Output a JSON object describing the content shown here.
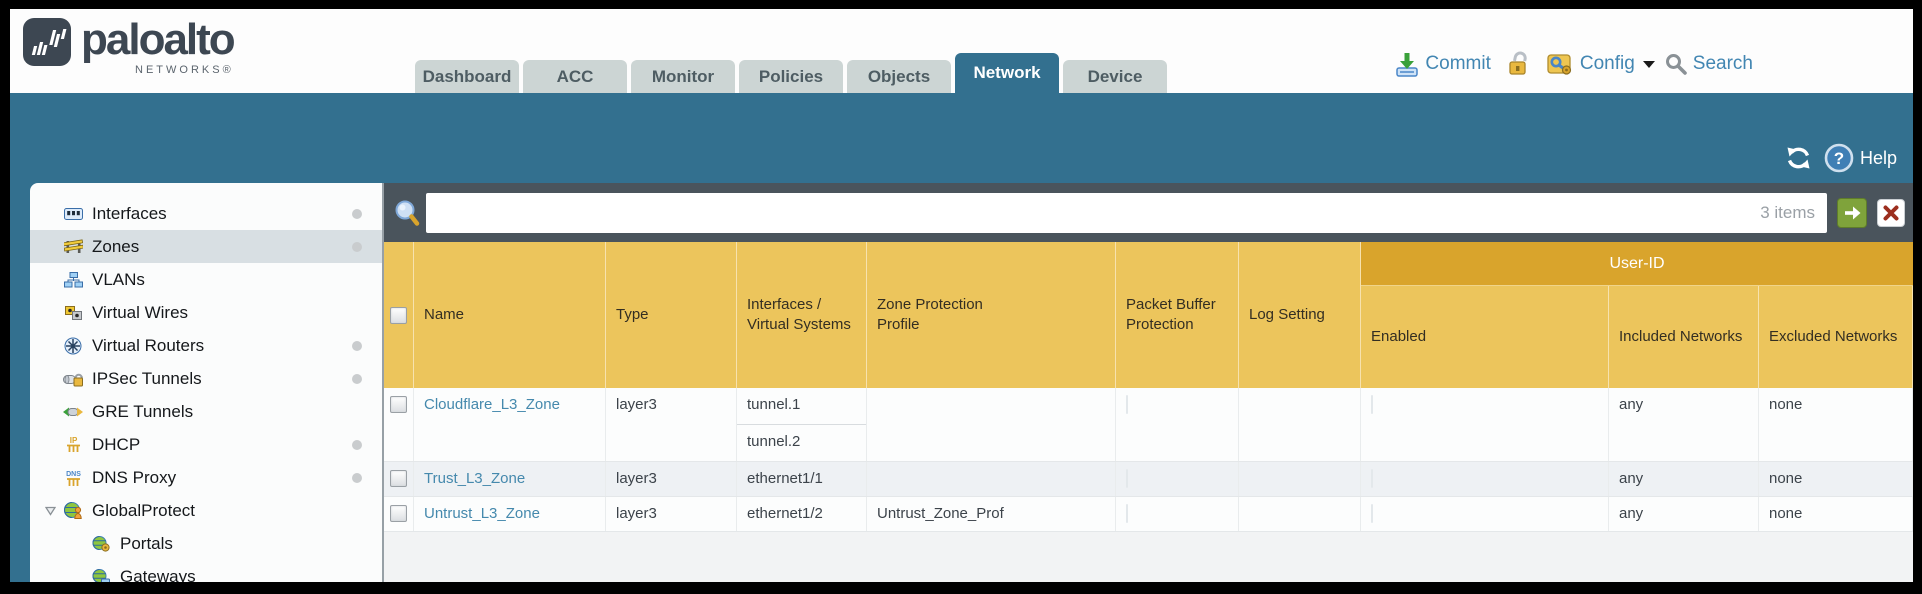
{
  "logo": {
    "brand": "paloalto",
    "networks": "NETWORKS®"
  },
  "nav": {
    "active_tab": "Network",
    "tabs": [
      {
        "label": "Dashboard"
      },
      {
        "label": "ACC"
      },
      {
        "label": "Monitor"
      },
      {
        "label": "Policies"
      },
      {
        "label": "Objects"
      },
      {
        "label": "Network"
      },
      {
        "label": "Device"
      }
    ]
  },
  "utility": {
    "commit_label": "Commit",
    "config_label": "Config",
    "search_label": "Search"
  },
  "band": {
    "help_label": "Help"
  },
  "sidebar": {
    "items": [
      {
        "label": "Interfaces",
        "icon": "interfaces-icon",
        "status_dot": true,
        "selected": false
      },
      {
        "label": "Zones",
        "icon": "zones-icon",
        "status_dot": true,
        "selected": true
      },
      {
        "label": "VLANs",
        "icon": "vlans-icon",
        "status_dot": false,
        "selected": false
      },
      {
        "label": "Virtual Wires",
        "icon": "virtual-wires-icon",
        "status_dot": false,
        "selected": false
      },
      {
        "label": "Virtual Routers",
        "icon": "virtual-routers-icon",
        "status_dot": true,
        "selected": false
      },
      {
        "label": "IPSec Tunnels",
        "icon": "ipsec-tunnels-icon",
        "status_dot": true,
        "selected": false
      },
      {
        "label": "GRE Tunnels",
        "icon": "gre-tunnels-icon",
        "status_dot": false,
        "selected": false
      },
      {
        "label": "DHCP",
        "icon": "dhcp-icon",
        "status_dot": true,
        "selected": false
      },
      {
        "label": "DNS Proxy",
        "icon": "dns-proxy-icon",
        "status_dot": true,
        "selected": false
      },
      {
        "label": "GlobalProtect",
        "icon": "globalprotect-icon",
        "status_dot": false,
        "selected": false,
        "expanded": true
      },
      {
        "label": "Portals",
        "icon": "portals-icon",
        "status_dot": false,
        "selected": false,
        "indent": 1
      },
      {
        "label": "Gateways",
        "icon": "gateways-icon",
        "status_dot": false,
        "selected": false,
        "indent": 1
      }
    ]
  },
  "filter": {
    "value": "",
    "items_count": "3 items"
  },
  "table": {
    "group_header": "User-ID",
    "columns": [
      "Name",
      "Type",
      "Interfaces / Virtual Systems",
      "Zone Protection Profile",
      "Packet Buffer Protection",
      "Log Setting",
      "Enabled",
      "Included Networks",
      "Excluded Networks"
    ],
    "rows": [
      {
        "name": "Cloudflare_L3_Zone",
        "type": "layer3",
        "interfaces": [
          "tunnel.1",
          "tunnel.2"
        ],
        "zone_protection_profile": "",
        "packet_buffer_protection": false,
        "log_setting": "",
        "user_id_enabled": false,
        "included_networks": "any",
        "excluded_networks": "none"
      },
      {
        "name": "Trust_L3_Zone",
        "type": "layer3",
        "interfaces": [
          "ethernet1/1"
        ],
        "zone_protection_profile": "",
        "packet_buffer_protection": false,
        "log_setting": "",
        "user_id_enabled": false,
        "included_networks": "any",
        "excluded_networks": "none"
      },
      {
        "name": "Untrust_L3_Zone",
        "type": "layer3",
        "interfaces": [
          "ethernet1/2"
        ],
        "zone_protection_profile": "Untrust_Zone_Prof",
        "packet_buffer_protection": false,
        "log_setting": "",
        "user_id_enabled": false,
        "included_networks": "any",
        "excluded_networks": "none"
      }
    ]
  },
  "colors": {
    "band_teal": "#33708f",
    "header_gold": "#ecc55c",
    "userid_gold": "#d9a42c",
    "link_blue": "#4589ad",
    "filter_strip": "#4a545c",
    "tab_inactive": "#ccd5d4"
  }
}
